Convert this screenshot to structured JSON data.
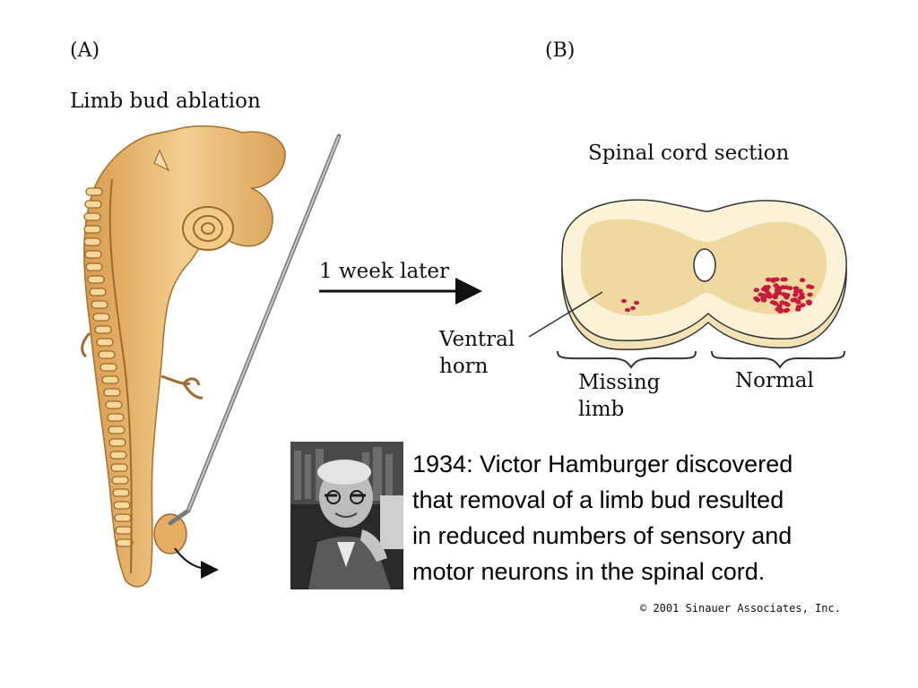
{
  "panel_a": {
    "label": "(A)",
    "title": "Limb bud ablation"
  },
  "panel_b": {
    "label": "(B)",
    "title": "Spinal cord section"
  },
  "arrow_label": "1 week later",
  "labels": {
    "ventral_horn_line1": "Ventral",
    "ventral_horn_line2": "horn",
    "missing_line1": "Missing",
    "missing_line2": "limb",
    "normal": "Normal"
  },
  "caption": {
    "line1": "1934: Victor Hamburger discovered",
    "line2": "that removal of a limb bud resulted",
    "line3": "in reduced numbers of sensory and",
    "line4": "motor neurons in the spinal cord."
  },
  "copyright": "© 2001 Sinauer Associates, Inc.",
  "colors": {
    "embryo": "#e9b870",
    "embryo_shadow": "#c98f45",
    "cord_outer": "#f7eccb",
    "cord_gray": "#efd9a0",
    "neuron": "#c8193f"
  },
  "icons": [
    "embryo-illustration",
    "spinal-cord-section-illustration",
    "portrait-photo"
  ]
}
